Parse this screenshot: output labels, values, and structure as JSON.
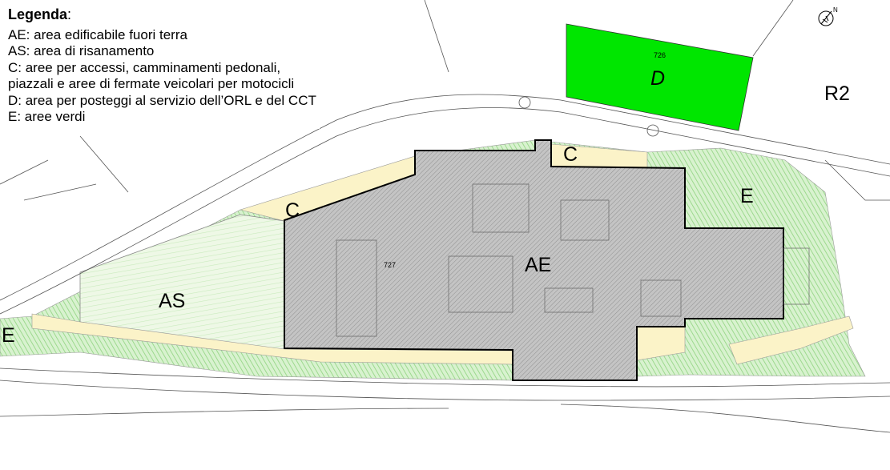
{
  "legend": {
    "title": "Legenda",
    "colon": ":",
    "items": [
      "AE: area edificabile fuori terra",
      "AS: area di risanamento",
      "C: aree per accessi, camminamenti pedonali,",
      "piazzali e aree di fermate veicolari per motocicli",
      "D: area per posteggi al servizio dell’ORL e del CCT",
      "E: aree verdi"
    ]
  },
  "zones": {
    "ae": "AE",
    "as": "AS",
    "c1": "C",
    "c2": "C",
    "d": "D",
    "e1": "E",
    "e2": "E",
    "r2": "R2"
  },
  "parcels": {
    "p726": "726",
    "p727": "727"
  },
  "colors": {
    "green_hatch": "#8fdc7f",
    "green_d": "#00e600",
    "beige": "#fbf3c8",
    "ae_gray": "#b9b9b9"
  }
}
